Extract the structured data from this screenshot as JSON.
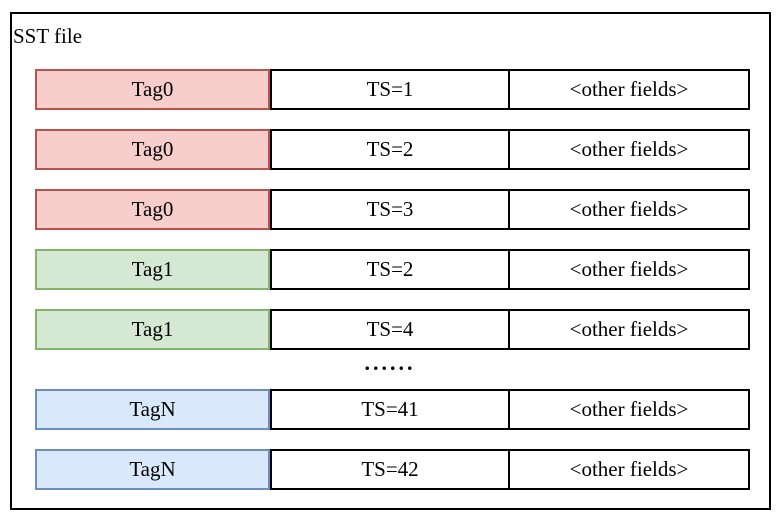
{
  "title": "SST file",
  "ellipsis": "......",
  "rows": [
    {
      "tag": "Tag0",
      "ts": "TS=1",
      "other": "<other fields>",
      "color_group": "red"
    },
    {
      "tag": "Tag0",
      "ts": "TS=2",
      "other": "<other fields>",
      "color_group": "red"
    },
    {
      "tag": "Tag0",
      "ts": "TS=3",
      "other": "<other fields>",
      "color_group": "red"
    },
    {
      "tag": "Tag1",
      "ts": "TS=2",
      "other": "<other fields>",
      "color_group": "green"
    },
    {
      "tag": "Tag1",
      "ts": "TS=4",
      "other": "<other fields>",
      "color_group": "green"
    },
    {
      "tag": "TagN",
      "ts": "TS=41",
      "other": "<other fields>",
      "color_group": "blue"
    },
    {
      "tag": "TagN",
      "ts": "TS=42",
      "other": "<other fields>",
      "color_group": "blue"
    }
  ],
  "colors": {
    "red_fill": "#f8cecc",
    "red_border": "#b85450",
    "green_fill": "#d5e8d4",
    "green_border": "#82b366",
    "blue_fill": "#dae8fc",
    "blue_border": "#6c8ebf",
    "outline": "#000000",
    "background": "#ffffff"
  }
}
